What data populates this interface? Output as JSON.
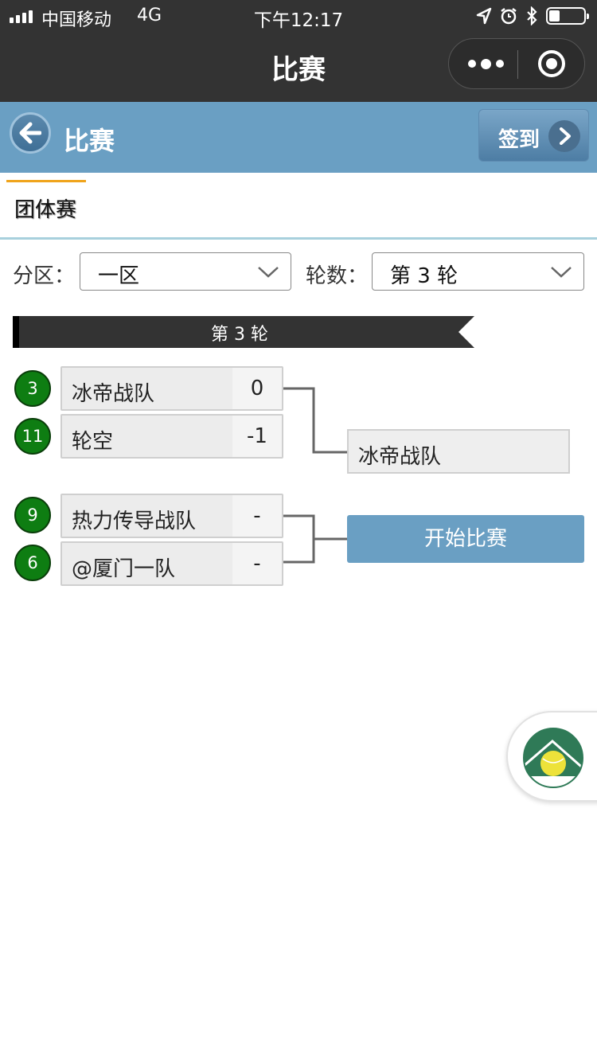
{
  "status_bar": {
    "carrier": "中国移动",
    "network": "4G",
    "time": "下午12:17",
    "battery_level": 0.3
  },
  "nav_bar": {
    "title": "比赛",
    "more_icon": "more-dots-icon",
    "close_icon": "target-circle-icon"
  },
  "header": {
    "title": "比赛",
    "back_icon": "arrow-left-icon",
    "checkin_label": "签到",
    "checkin_icon": "chevron-right-icon"
  },
  "tabs": [
    {
      "label": "团体赛",
      "active": true
    }
  ],
  "filters": {
    "division_label": "分区：",
    "division_value": "一区",
    "round_label": "轮数：",
    "round_value": "第 3 轮"
  },
  "round_banner": "第 3 轮",
  "matches": [
    {
      "teams": [
        {
          "seed": "3",
          "name": "冰帝战队",
          "score": "0"
        },
        {
          "seed": "11",
          "name": "轮空",
          "score": "-1"
        }
      ],
      "result": {
        "type": "winner",
        "label": "冰帝战队"
      }
    },
    {
      "teams": [
        {
          "seed": "9",
          "name": "热力传导战队",
          "score": "-"
        },
        {
          "seed": "6",
          "name": "@厦门一队",
          "score": "-"
        }
      ],
      "result": {
        "type": "button",
        "label": "开始比赛"
      }
    }
  ],
  "colors": {
    "header_blue": "#6a9fc3",
    "dark_bar": "#333333",
    "seed_green": "#0e7d12",
    "tab_accent": "#f0a41c"
  },
  "floating_logo": {
    "icon": "tennis-court-logo-icon"
  }
}
